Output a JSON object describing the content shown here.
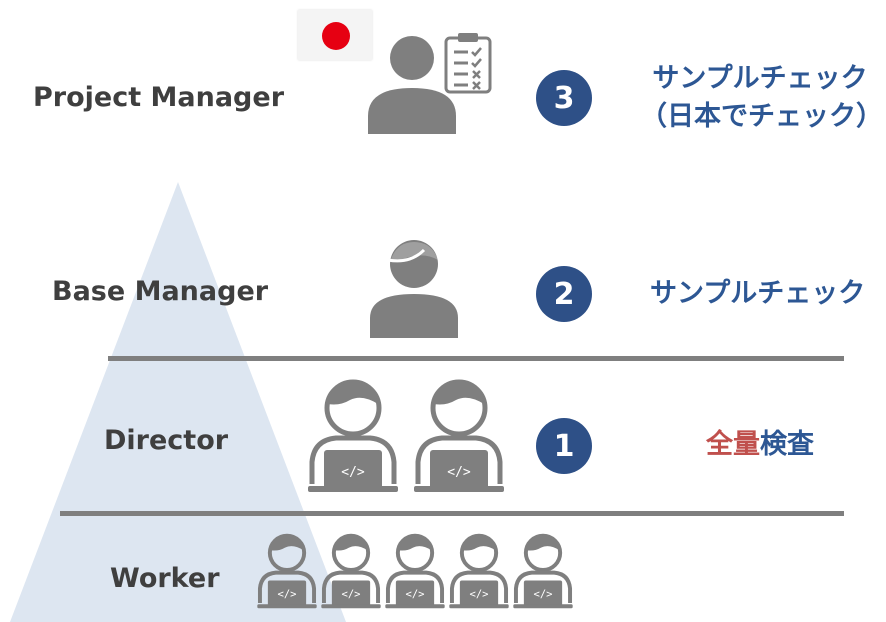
{
  "levels": [
    {
      "role": "Project Manager",
      "step": "3",
      "check": [
        "サンプルチェック",
        "（日本でチェック）"
      ]
    },
    {
      "role": "Base Manager",
      "step": "2",
      "check": [
        "サンプルチェック"
      ]
    },
    {
      "role": "Director",
      "step": "1",
      "check_red": "全量",
      "check_blue": "検査"
    },
    {
      "role": "Worker"
    }
  ],
  "colors": {
    "pyramid": "#dde6f1",
    "badge": "#2e5087",
    "blue_text": "#2d5794",
    "red_text": "#c0504d",
    "icon": "#7f7f7f",
    "divider": "#7f7f7f",
    "flag_red": "#e60012"
  },
  "icons": {
    "project_manager": "person-with-checklist-icon",
    "base_manager": "person-icon",
    "director": "developer-laptop-icon",
    "worker": "developer-laptop-icon",
    "flag": "japan-flag-icon"
  },
  "code_symbol": "</>"
}
